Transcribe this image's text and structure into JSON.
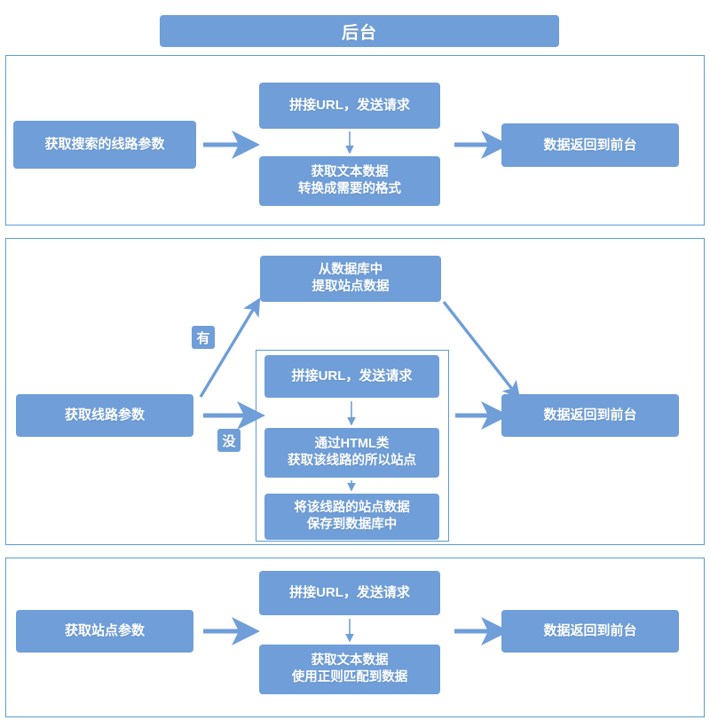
{
  "header": {
    "title": "后台"
  },
  "colors": {
    "node_fill": "#6f9ed8",
    "border": "#5b9bd5",
    "arrow": "#6f9ed8",
    "text": "#ffffff",
    "background": "#ffffff"
  },
  "sections": [
    {
      "id": "search-route-flow",
      "nodes": {
        "input": "获取搜索的线路参数",
        "request": "拼接URL，发送请求",
        "parse": "获取文本数据\n转换成需要的格式",
        "output": "数据返回到前台"
      }
    },
    {
      "id": "route-param-flow",
      "nodes": {
        "input": "获取线路参数",
        "from_db": "从数据库中\n提取站点数据",
        "request": "拼接URL，发送请求",
        "html_parse": "通过HTML类\n获取该线路的所以站点",
        "save_db": "将该线路的站点数据\n保存到数据库中",
        "output": "数据返回到前台"
      },
      "branch_labels": {
        "has": "有",
        "none": "没"
      }
    },
    {
      "id": "station-param-flow",
      "nodes": {
        "input": "获取站点参数",
        "request": "拼接URL，发送请求",
        "regex": "获取文本数据\n使用正则匹配到数据",
        "output": "数据返回到前台"
      }
    }
  ]
}
